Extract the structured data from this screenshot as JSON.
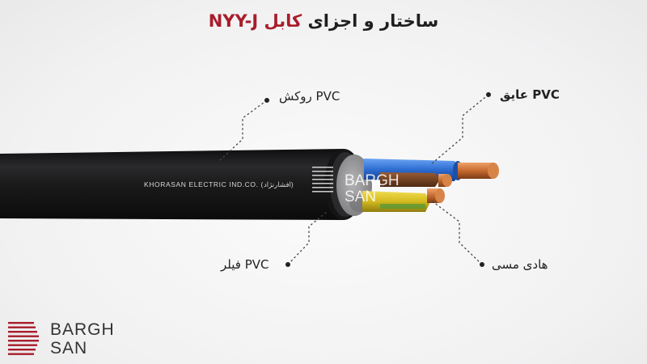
{
  "title": {
    "prefix": "ساختار و اجزای",
    "highlight": "کابل NYY-J"
  },
  "labels": {
    "outer_sheath": "روکش PVC",
    "insulation": "عایق PVC",
    "filler": "فیلر PVC",
    "conductor": "هادی مسی"
  },
  "cable_print": "KHORASAN  ELECTRIC  IND.CO.   (افشارنژاد)",
  "watermark": {
    "line1": "BARGH",
    "line2": "SAN"
  },
  "logo": {
    "line1": "BARGH",
    "line2": "SAN"
  },
  "colors": {
    "brand_red": "#a81d2b",
    "sheath": "#1c1c1d",
    "filler": "#9a9a9d",
    "wire_blue": "#2c6bd1",
    "wire_brown": "#6b3b1d",
    "wire_yellow_green": "#d8c020",
    "copper": "#c8733a"
  }
}
